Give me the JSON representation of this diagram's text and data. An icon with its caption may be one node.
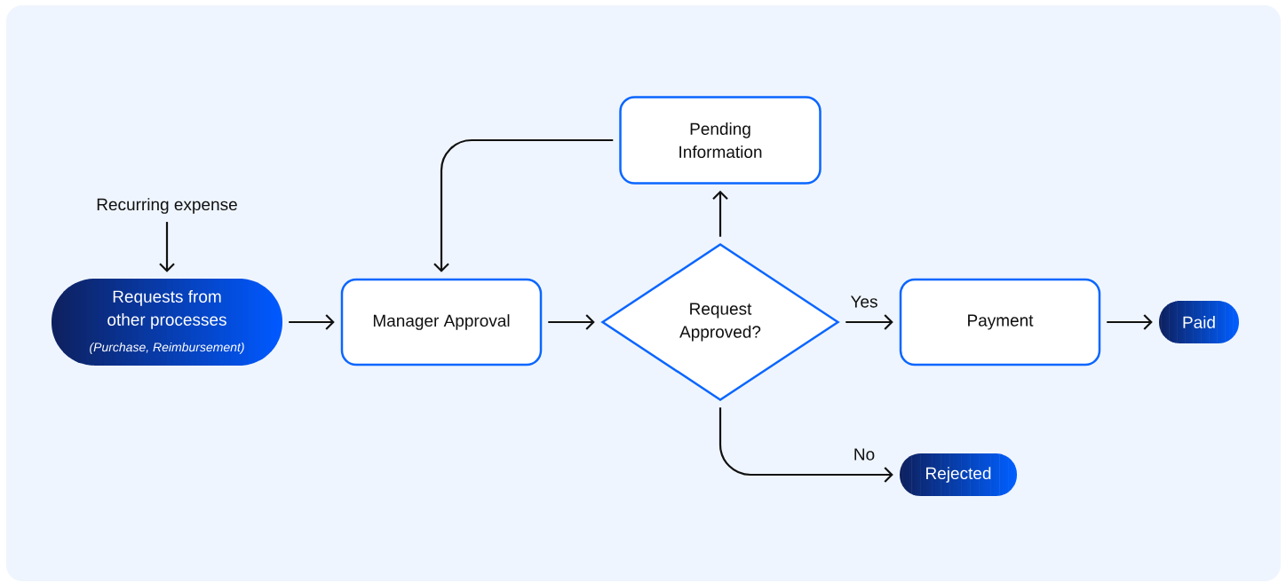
{
  "diagram": {
    "nodes": [
      {
        "text": [
          "Recurring expense"
        ]
      },
      {
        "text": [
          "Requests from other processes",
          "(Purchase, Reimbursement)"
        ]
      },
      {
        "text": [
          "Manager Approval"
        ]
      },
      {
        "text": [
          "Request Approved?"
        ]
      },
      {
        "text": [
          "Pending Information"
        ]
      },
      {
        "text": [
          "Payment"
        ]
      },
      {
        "text": [
          "Paid"
        ]
      },
      {
        "text": [
          "Rejected"
        ]
      }
    ],
    "edges": [
      {
        "from": 0,
        "to": 1,
        "arrow": "to"
      },
      {
        "from": 1,
        "to": 2,
        "arrow": "to"
      },
      {
        "from": 2,
        "to": 3,
        "arrow": "to"
      },
      {
        "from": 3,
        "to": 4,
        "arrow": "to"
      },
      {
        "from": 4,
        "to": 2,
        "arrow": "to"
      },
      {
        "from": 3,
        "to": 5,
        "arrow": "to",
        "label": "Yes"
      },
      {
        "from": 5,
        "to": 6,
        "arrow": "to"
      },
      {
        "from": 3,
        "to": 7,
        "arrow": "to",
        "label": "No"
      }
    ]
  }
}
